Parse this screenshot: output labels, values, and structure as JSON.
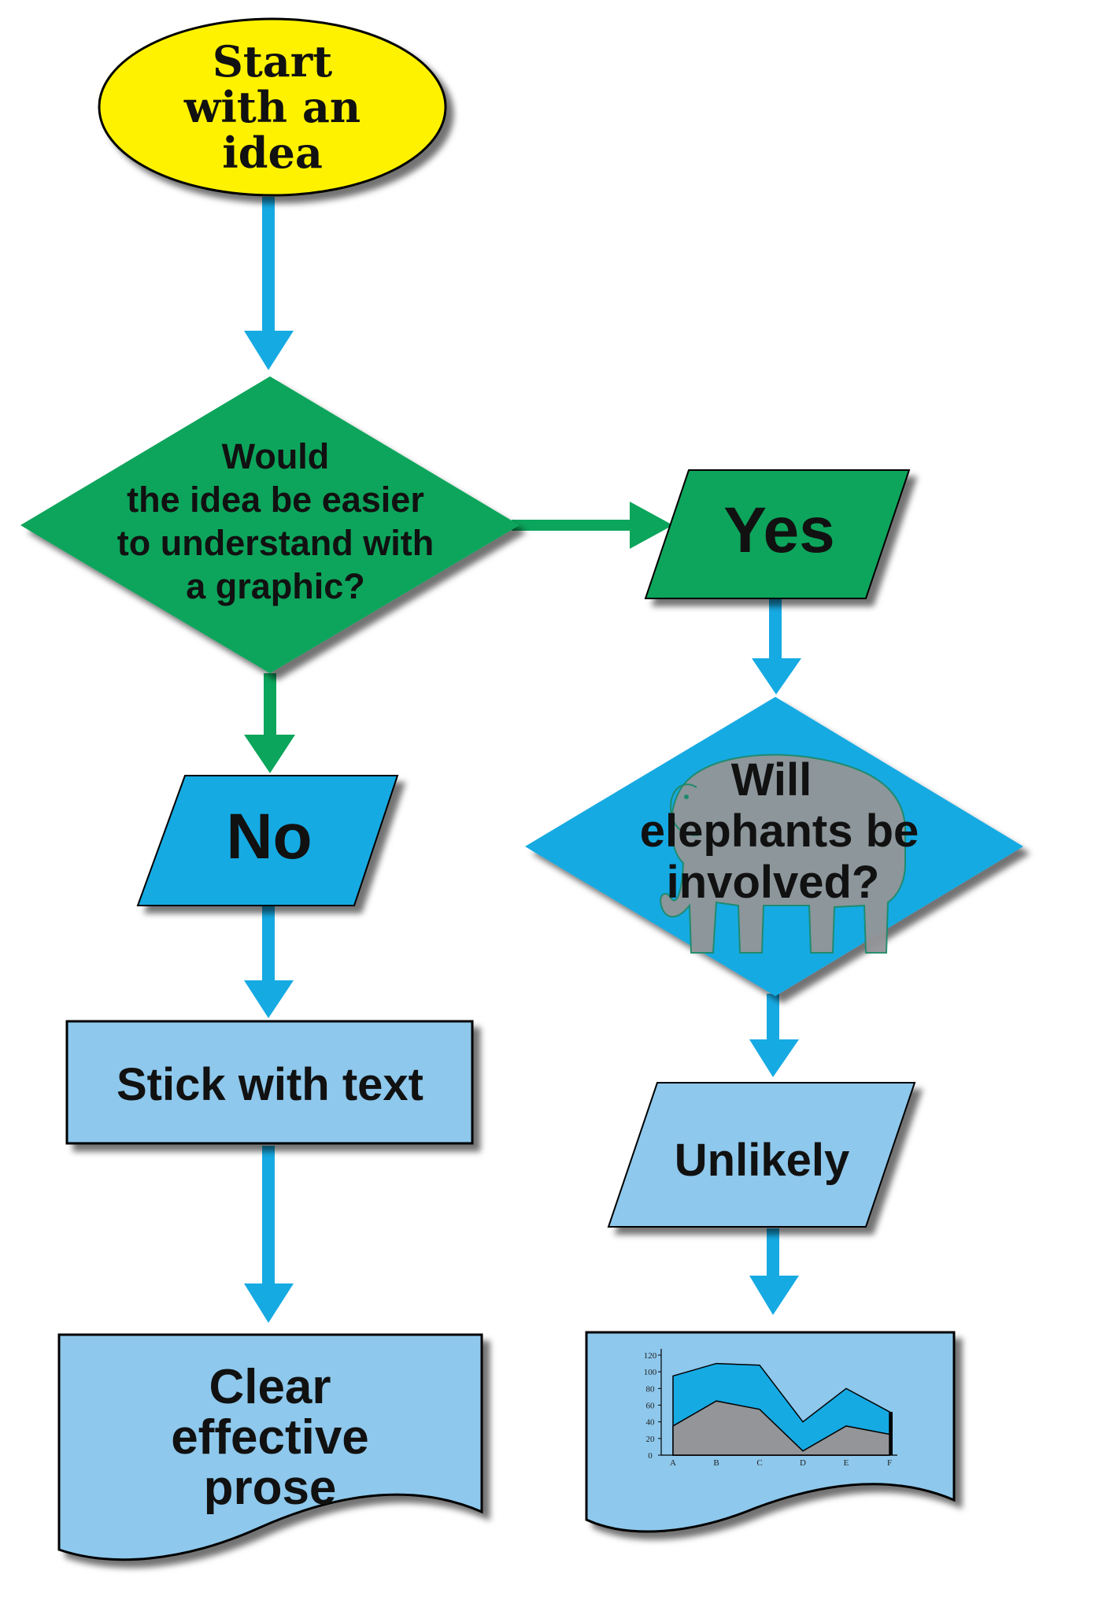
{
  "start": {
    "lines": [
      "Start",
      "with an",
      "idea"
    ]
  },
  "question": {
    "lines": [
      "Would",
      "the idea be easier",
      "to understand with",
      "a graphic?"
    ]
  },
  "yes": {
    "label": "Yes"
  },
  "no": {
    "label": "No"
  },
  "elephant_question": {
    "lines": [
      "Will",
      "elephants be",
      "involved?"
    ]
  },
  "stick": {
    "label": "Stick with text"
  },
  "unlikely": {
    "label": "Unlikely"
  },
  "prose": {
    "lines": [
      "Clear",
      "effective",
      "prose"
    ]
  },
  "colors": {
    "start_fill": "#fff200",
    "green": "#0ba55c",
    "blue": "#16aae3",
    "light_blue": "#8ec8ec",
    "elephant": "#939598"
  },
  "icons": {
    "elephant": "elephant-icon",
    "mini_chart": "area-chart-icon"
  },
  "mini_chart": {
    "type": "area",
    "categories": [
      "A",
      "B",
      "C",
      "D",
      "E",
      "F"
    ],
    "y_ticks": [
      "0",
      "20",
      "40",
      "60",
      "80",
      "100",
      "120"
    ],
    "ylim": [
      0,
      120
    ],
    "series": [
      {
        "values": [
          95,
          110,
          108,
          40,
          80,
          52
        ]
      },
      {
        "values": [
          35,
          65,
          55,
          5,
          35,
          25
        ]
      }
    ]
  }
}
